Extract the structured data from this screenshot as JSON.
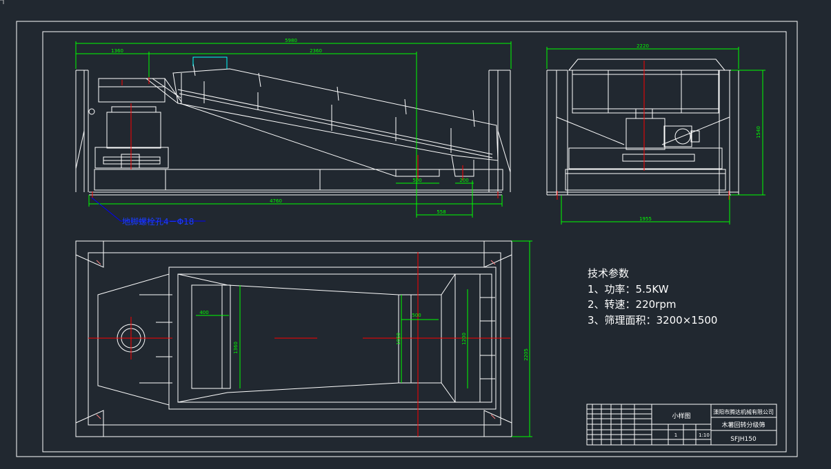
{
  "dimensions": {
    "side_total": "5980",
    "side_left": "1360",
    "side_mid": "2360",
    "side_base": "4760",
    "side_outlet1": "500",
    "side_outlet2": "200",
    "side_offset": "558",
    "end_top": "2220",
    "end_bottom": "1955",
    "end_height": "1540",
    "plan_inlet_w": "400",
    "plan_inlet_h": "1360",
    "plan_outlet_w": "500",
    "plan_outlet_h": "1050",
    "plan_frame_h": "1200",
    "plan_total_h": "2205"
  },
  "annotation": {
    "anchor_bolt": "地脚螺栓孔4－Φ18"
  },
  "tech_params": {
    "title": "技术参数",
    "line1": "1、功率：5.5KW",
    "line2": "2、转速：220rpm",
    "line3": "3、筛理面积：3200×1500"
  },
  "title_block": {
    "company": "溧阳市腾达机械有限公司",
    "drawing_name": "木薯回转分级筛",
    "model": "SFJH150",
    "stage": "小样图",
    "quantity": "1",
    "scale": "1:10"
  },
  "colors": {
    "background": "#212830",
    "lines": "#ffffff",
    "dimension": "#00ff00",
    "centerline": "#ff0000",
    "annotation": "#0000ff",
    "highlight": "#00ffff"
  }
}
